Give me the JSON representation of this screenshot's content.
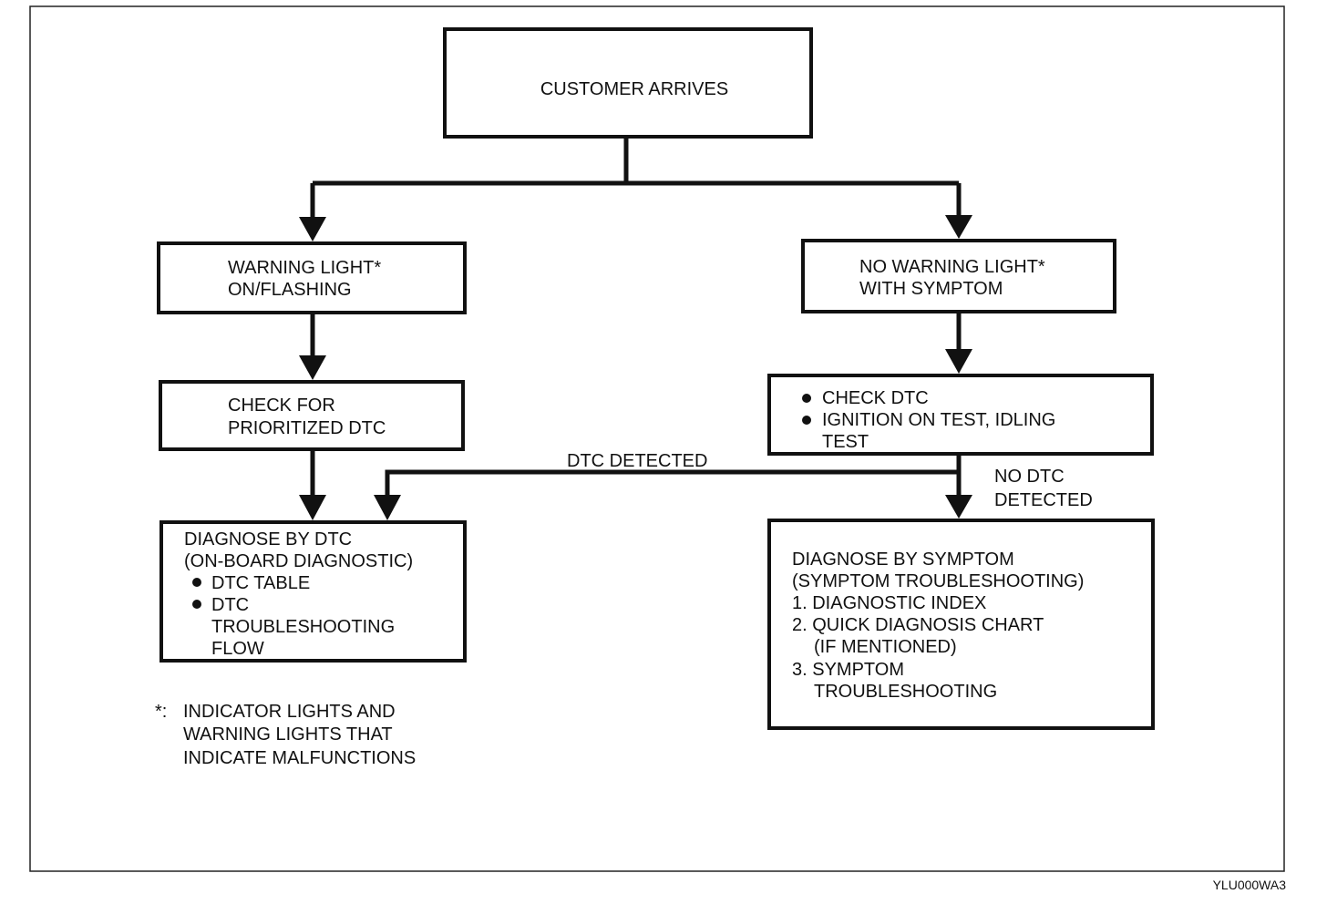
{
  "nodes": {
    "start": {
      "text": "CUSTOMER ARRIVES"
    },
    "warning_light": {
      "lines": [
        "WARNING LIGHT*",
        "ON/FLASHING"
      ]
    },
    "no_warning_light": {
      "lines": [
        "NO WARNING LIGHT*",
        "WITH SYMPTOM"
      ]
    },
    "check_prioritized": {
      "lines": [
        "CHECK FOR",
        "PRIORITIZED DTC"
      ]
    },
    "check_dtc": {
      "items": [
        "CHECK DTC",
        "IGNITION ON TEST, IDLING"
      ],
      "continuation": "TEST"
    },
    "diagnose_dtc": {
      "title_lines": [
        "DIAGNOSE BY DTC",
        "(ON-BOARD DIAGNOSTIC)"
      ],
      "items": [
        "DTC TABLE",
        "DTC"
      ],
      "continuation": [
        "TROUBLESHOOTING",
        "FLOW"
      ]
    },
    "diagnose_symptom": {
      "lines": [
        "DIAGNOSE BY SYMPTOM",
        "(SYMPTOM TROUBLESHOOTING)",
        "1. DIAGNOSTIC INDEX",
        "2. QUICK DIAGNOSIS CHART",
        "(IF MENTIONED)",
        "3. SYMPTOM",
        "TROUBLESHOOTING"
      ]
    }
  },
  "edge_labels": {
    "dtc_detected": "DTC DETECTED",
    "no_dtc_detected": [
      "NO DTC",
      "DETECTED"
    ]
  },
  "footnote": {
    "marker": "*:",
    "lines": [
      "INDICATOR LIGHTS AND",
      "WARNING LIGHTS THAT",
      "INDICATE MALFUNCTIONS"
    ]
  },
  "figure_code": "YLU000WA3"
}
